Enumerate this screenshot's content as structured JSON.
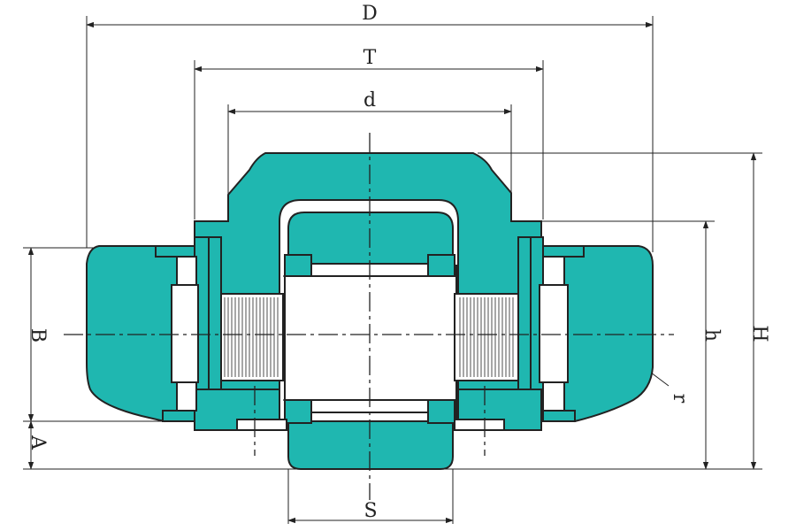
{
  "colors": {
    "fill": "#1fb7b0",
    "outline": "#222222",
    "background": "#ffffff",
    "part_white": "#ffffff"
  },
  "dimensions": {
    "D": "D",
    "T": "T",
    "d": "d",
    "S": "S",
    "B": "B",
    "A": "A",
    "h": "h",
    "H": "H",
    "r": "r"
  }
}
